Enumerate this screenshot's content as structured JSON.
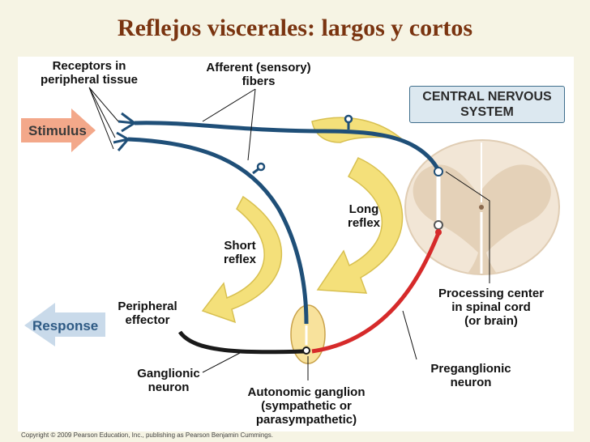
{
  "title": "Reflejos viscerales: largos y cortos",
  "labels": {
    "receptors": "Receptors in\nperipheral tissue",
    "afferent": "Afferent (sensory)\nfibers",
    "cns": "CENTRAL NERVOUS\nSYSTEM",
    "stimulus": "Stimulus",
    "long_reflex": "Long\nreflex",
    "short_reflex": "Short\nreflex",
    "processing_center": "Processing center\nin spinal cord\n(or brain)",
    "peripheral_effector": "Peripheral\neffector",
    "response": "Response",
    "ganglionic_neuron": "Ganglionic\nneuron",
    "autonomic_ganglion": "Autonomic ganglion\n(sympathetic or\nparasympathetic)",
    "preganglionic_neuron": "Preganglionic\nneuron"
  },
  "copyright": "Copyright © 2009 Pearson Education, Inc., publishing as Pearson Benjamin Cummings.",
  "colors": {
    "sensory_neuron": "#1f4f78",
    "preganglionic": "#d62a2a",
    "ganglionic": "#1a1a1a",
    "reflex_arrow": "#f4e07a",
    "stimulus_arrow": "#f3a88a",
    "response_arrow": "#bcd2e8",
    "title": "#7a3410"
  }
}
